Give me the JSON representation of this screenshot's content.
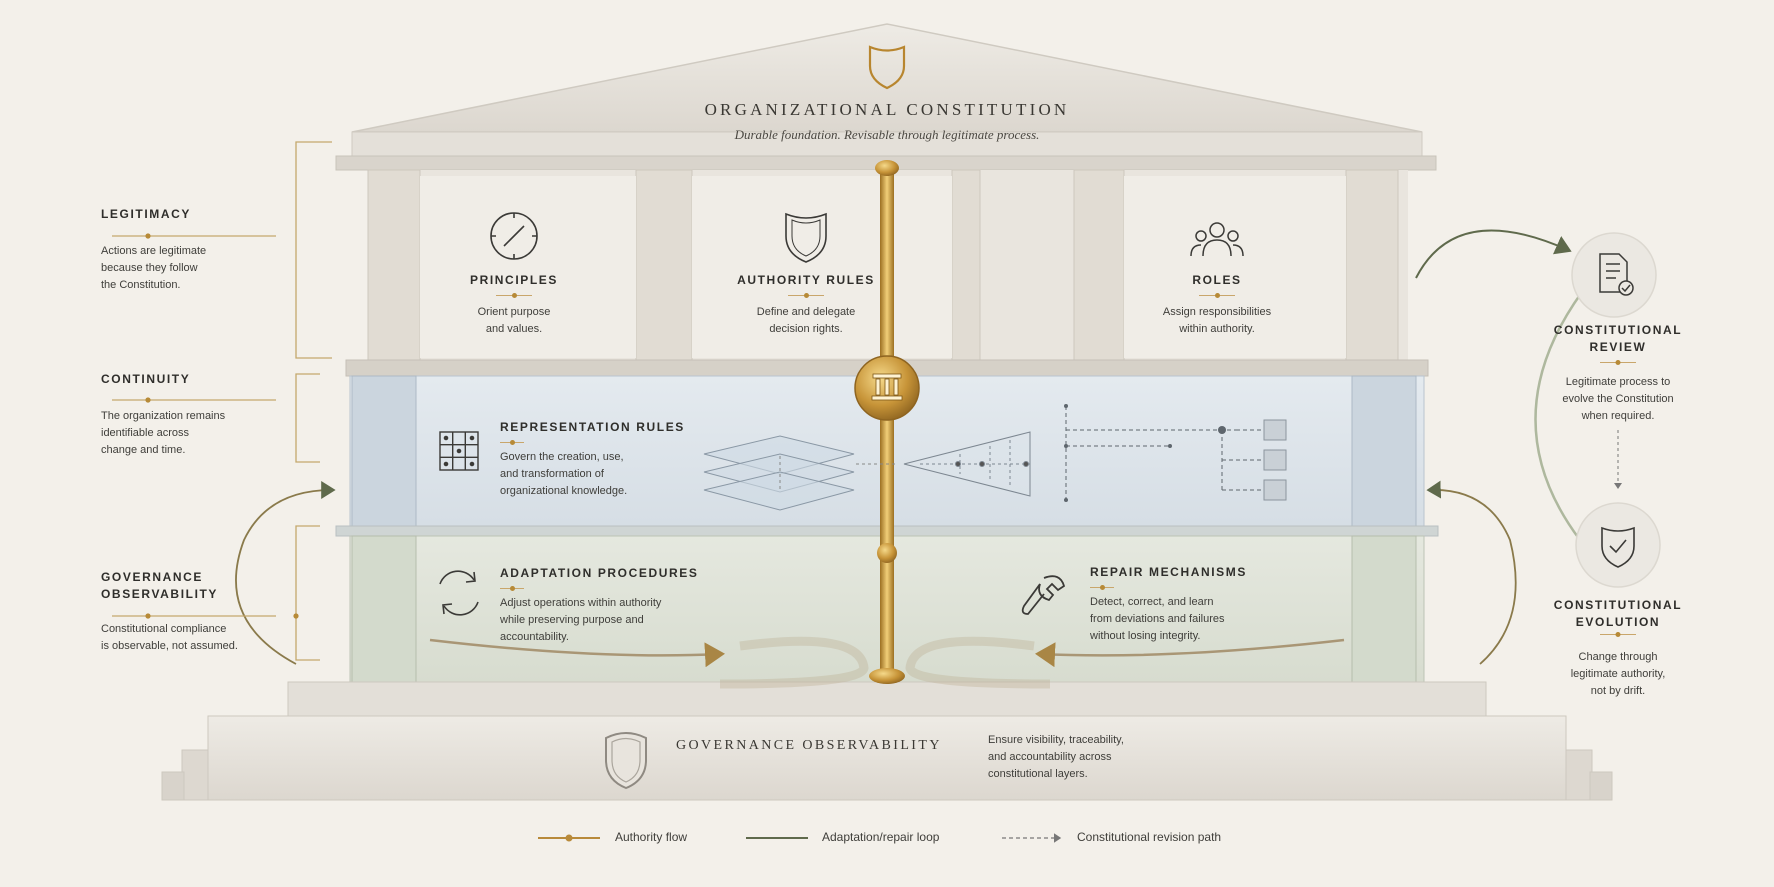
{
  "header": {
    "title": "ORGANIZATIONAL CONSTITUTION",
    "subtitle": "Durable foundation. Revisable through legitimate process."
  },
  "left_annotations": [
    {
      "title": "LEGITIMACY",
      "text": [
        "Actions are legitimate",
        "because they follow",
        "the Constitution."
      ]
    },
    {
      "title": "CONTINUITY",
      "text": [
        "The organization remains",
        "identifiable across",
        "change and time."
      ]
    },
    {
      "title": [
        "GOVERNANCE",
        "OBSERVABILITY"
      ],
      "text": [
        "Constitutional compliance",
        "is observable, not assumed."
      ]
    }
  ],
  "top_floor": [
    {
      "icon": "compass-icon",
      "title": "PRINCIPLES",
      "text": [
        "Orient purpose",
        "and values."
      ]
    },
    {
      "icon": "shield-icon",
      "title": "AUTHORITY RULES",
      "text": [
        "Define and delegate",
        "decision rights."
      ]
    },
    {
      "icon": "people-icon",
      "title": "ROLES",
      "text": [
        "Assign responsibilities",
        "within authority."
      ]
    }
  ],
  "middle_floor": {
    "icon": "grid-icon",
    "title": "REPRESENTATION RULES",
    "text": [
      "Govern the creation, use,",
      "and transformation of",
      "organizational knowledge."
    ]
  },
  "lower_floor": [
    {
      "icon": "cycle-icon",
      "title": "ADAPTATION PROCEDURES",
      "text": [
        "Adjust operations within authority",
        "while preserving purpose and",
        "accountability."
      ]
    },
    {
      "icon": "wrench-icon",
      "title": "REPAIR MECHANISMS",
      "text": [
        "Detect, correct, and learn",
        "from deviations and failures",
        "without losing integrity."
      ]
    }
  ],
  "base": {
    "title": "GOVERNANCE OBSERVABILITY",
    "text": [
      "Ensure visibility, traceability,",
      "and accountability across",
      "constitutional layers."
    ]
  },
  "right_panel": [
    {
      "icon": "document-check-icon",
      "title": [
        "CONSTITUTIONAL",
        "REVIEW"
      ],
      "text": [
        "Legitimate process to",
        "evolve the Constitution",
        "when required."
      ]
    },
    {
      "icon": "shield-check-icon",
      "title": [
        "CONSTITUTIONAL",
        "EVOLUTION"
      ],
      "text": [
        "Change through",
        "legitimate authority,",
        "not by drift."
      ]
    }
  ],
  "legend": [
    {
      "type": "authority",
      "label": "Authority flow"
    },
    {
      "type": "loop",
      "label": "Adaptation/repair loop"
    },
    {
      "type": "revision",
      "label": "Constitutional revision path"
    }
  ],
  "colors": {
    "gold": "#c39543",
    "olive": "#5f6a4c",
    "marble": "#e7e3dc",
    "glass_blue": "#dfe6ec",
    "glass_green": "#e1e5da",
    "text": "#3b3b38"
  }
}
